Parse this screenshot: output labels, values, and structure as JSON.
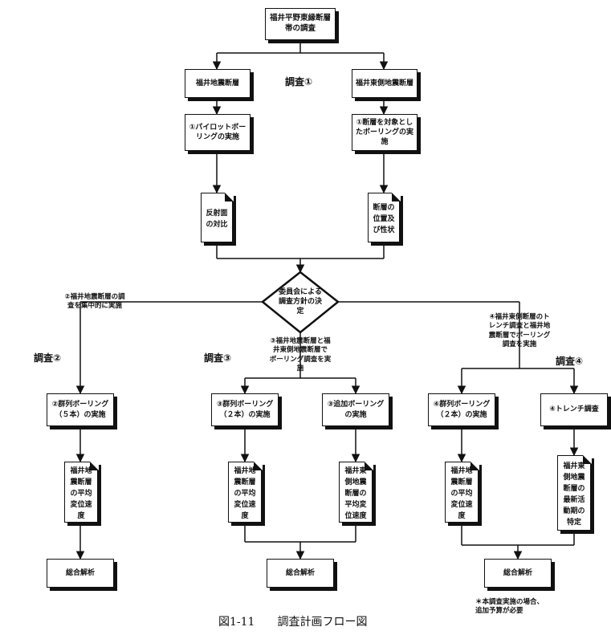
{
  "start": "福井平野東縁断層\n帯の調査",
  "survey1": "調査①",
  "survey2": "調査②",
  "survey3": "調査③",
  "survey4": "調査④",
  "fukui_fault": "福井地震断層",
  "east_fault": "福井東側地震断層",
  "pilot_boring": "①パイロットボー\nリングの実施",
  "fault_boring": "①断層を対象とし\nたボーリングの実\n施",
  "doc_reflection": "反射面\nの対比",
  "doc_fault_position": "断層の\n位置及\nび性状",
  "decision": "委員会による\n調査方針の決\n定",
  "note2": "②福井地震断層の調\n査を集中的に実施",
  "note3": "③福井地震断層と福\n井東側地震断層で\nボーリング調査を実\n施",
  "note4": "④福井東側断層のト\nレンチ調査と福井地\n震断層でボーリング\n調査を実施",
  "group_boring_5": "②群列ボーリング\n（５本）の実施",
  "group_boring_2a": "③群列ボーリング\n（２本）の実施",
  "additional_boring": "③追加ボーリング\nの実施",
  "group_boring_2b": "④群列ボーリング\n（２本）の実施",
  "trench": "④トレンチ調査",
  "doc_out_a": "福井地\n震断層\nの平均\n変位速\n度",
  "doc_out_b": "福井地\n震断層\nの平均\n変位速\n度",
  "doc_out_c": "福井東\n側地震\n断層の\n平均変\n位速度",
  "doc_out_d": "福井地\n震断層\nの平均\n変位速\n度",
  "doc_out_e": "福井東\n側地震\n断層の\n最新活\n動期の\n特定",
  "synthesis_1": "総合解析",
  "synthesis_2": "総合解析",
  "synthesis_3": "総合解析",
  "footnote": "＊本調査実施の場合、\n追加予算が必要",
  "caption": "図1-11　　調査計画フロー図"
}
